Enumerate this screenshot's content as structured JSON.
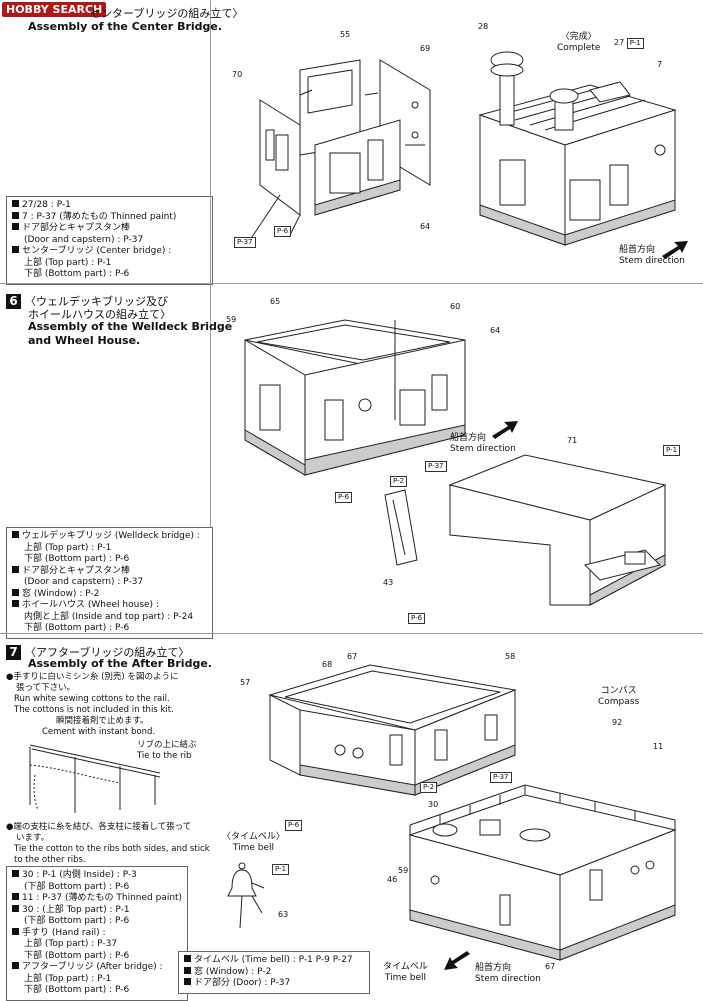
{
  "watermark": "HOBBY SEARCH",
  "section5": {
    "title_jp": "センターブリッジの組み立て〉",
    "title_en": "Assembly of the Center Bridge.",
    "complete_jp": "〈完成〉",
    "complete_en": "Complete",
    "stem_jp": "船首方向",
    "stem_en": "Stem direction",
    "parts": [
      "55",
      "69",
      "70",
      "64",
      "28",
      "27",
      "7"
    ],
    "tags": [
      "P-37",
      "P-6",
      "P-1"
    ],
    "legend": [
      "27/28 : P-1",
      "7 : P-37 (薄めたもの Thinned paint)",
      "ドア部分とキャプスタン棒",
      "(Door and capstern) : P-37",
      "センターブリッジ (Center bridge) :",
      "上部 (Top part) : P-1",
      "下部 (Bottom part) : P-6"
    ]
  },
  "section6": {
    "number": "6",
    "title_jp": "〈ウェルデッキブリッジ及び",
    "title_jp2": "ホイールハウスの組み立て〉",
    "title_en": "Assembly of the Welldeck Bridge",
    "title_en2": "and Wheel House.",
    "stem_jp": "船首方向",
    "stem_en": "Stem direction",
    "parts": [
      "65",
      "60",
      "59",
      "64",
      "71",
      "43"
    ],
    "tags": [
      "P-2",
      "P-37",
      "P-6",
      "P-1",
      "P-6"
    ],
    "legend": [
      "ウェルデッキブリッジ (Welldeck bridge) :",
      "上部 (Top part) : P-1",
      "下部 (Bottom part) : P-6",
      "ドア部分とキャプスタン棒",
      "(Door and capstern) : P-37",
      "窓 (Window) : P-2",
      "ホイールハウス (Wheel house) :",
      "内側と上部 (Inside and top part) : P-24",
      "下部 (Bottom part) : P-6"
    ]
  },
  "section7": {
    "number": "7",
    "title_jp": "〈アフターブリッジの組み立て〉",
    "title_en": "Assembly of the After Bridge.",
    "note1": [
      "●手すりに白いミシン糸 (別売) を図のように",
      "張って下さい。",
      "Run white sewing cottons to the rail.",
      "The cottons is not included in this kit.",
      "瞬間接着剤で止めます。",
      "Cement with instant bond.",
      "リブの上に結ぶ",
      "Tie to the rib"
    ],
    "note2": [
      "●端の支柱に糸を結び、各支柱に接着して張って",
      "います。",
      "Tie the cotton to the ribs both sides, and stick",
      "to the other ribs."
    ],
    "timebell_jp": "〈タイムベル〉",
    "timebell_en": "Time bell",
    "compass_jp": "コンパス",
    "compass_en": "Compass",
    "timebell2_jp": "タイムベル",
    "timebell2_en": "Time bell",
    "stem_jp": "船首方向",
    "stem_en": "Stem direction",
    "parts": [
      "68",
      "67",
      "58",
      "57",
      "92",
      "11",
      "30",
      "46",
      "59",
      "63",
      "67"
    ],
    "legend_left": [
      "30 : P-1 (内側 Inside) : P-3",
      "(下部 Bottom part) : P-6",
      "11 : P-37 (薄めたもの Thinned paint)",
      "30 : (上部 Top part) : P-1",
      "(下部 Bottom part) : P-6",
      "手すり (Hand rail) :",
      "上部 (Top part) : P-37",
      "下部 (Bottom part) : P-6",
      "アフターブリッジ (After bridge) :",
      "上部 (Top part) : P-1",
      "下部 (Bottom part) : P-6"
    ],
    "legend_right": [
      "タイムベル (Time bell) : P-1 P-9 P-27",
      "窓 (Window) : P-2",
      "ドア部分 (Door) : P-37"
    ]
  }
}
